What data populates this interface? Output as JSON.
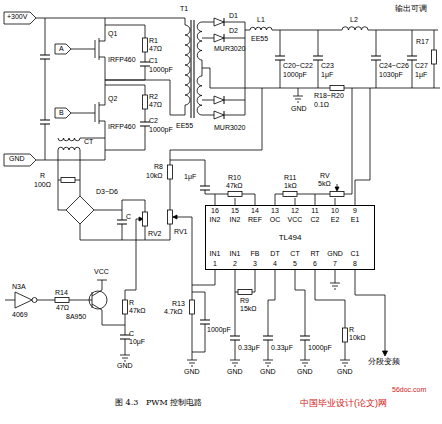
{
  "diagram": {
    "caption": "图 4.3   PWM 控制电路",
    "nodes": [
      {
        "text": [
          "TL494"
        ]
      }
    ],
    "labels": [
      "+300V",
      "GND",
      "A",
      "B",
      "Q1",
      "IRFP460",
      "Q2",
      "IRFP460",
      "R1",
      "47Ω",
      "C1",
      "1000pF",
      "R2",
      "47Ω",
      "C2",
      "1000pF",
      "T1",
      "EE55",
      "D1",
      "D2",
      "MUR3020",
      "MUR3020",
      "L1",
      "EE55",
      "L2",
      "输出可调",
      "C20~C22",
      "1000pF",
      "C23",
      "1μF",
      "C24~C26",
      "1030pF",
      "C27",
      "1μF",
      "R17",
      "R18~R20",
      "0.1Ω",
      "GND",
      "CT",
      "R",
      "100Ω",
      "D3~D6",
      "C",
      "RV2",
      "RV1",
      "R8",
      "10kΩ",
      "1μF",
      "R10",
      "47kΩ",
      "R11",
      "1kΩ",
      "RV",
      "5kΩ",
      "R9",
      "15kΩ",
      "R13",
      "4.7kΩ",
      "1000pF",
      "0.33μF",
      "0.33μF",
      "1000pF",
      "R",
      "10kΩ",
      "分段变频",
      "GND",
      "GND",
      "GND",
      "GND",
      "GND",
      "GND",
      "N3A",
      "4069",
      "R14",
      "47Ω",
      "8A950",
      "VCC",
      "R",
      "47kΩ",
      "C",
      "10μF",
      "中国毕业设计(论文)网",
      "56doc.com",
      "16",
      "15",
      "14",
      "13",
      "12",
      "11",
      "10",
      "9",
      "IN2",
      "IN2",
      "REF",
      "OC",
      "VCC",
      "C2",
      "E2",
      "E1",
      "IN1",
      "IN1",
      "FB",
      "DT",
      "CT",
      "RT",
      "GND",
      "C1",
      "1",
      "2",
      "3",
      "4",
      "5",
      "6",
      "7",
      "8"
    ]
  }
}
